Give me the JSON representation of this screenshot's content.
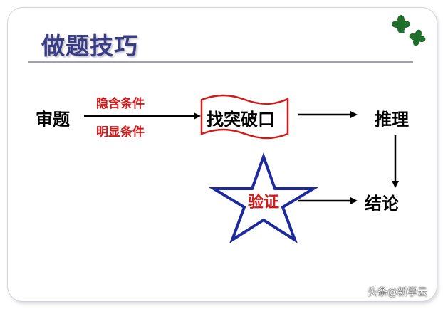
{
  "slide": {
    "title": "做题技巧"
  },
  "flow": {
    "step1": "审题",
    "cond_hidden": "隐含条件",
    "cond_explicit": "明显条件",
    "breakthrough": "找突破口",
    "reasoning": "推理",
    "verify": "验证",
    "conclusion": "结论"
  },
  "colors": {
    "title": "#3a3d84",
    "condition_text": "#d21a1a",
    "flag_border": "#d21a1a",
    "star_border": "#1c2a9e",
    "clover": "#1f6e2a"
  },
  "icons": {
    "decoration": "four-leaf-clover-icon"
  },
  "watermark": {
    "text": "头条@新掌云"
  }
}
